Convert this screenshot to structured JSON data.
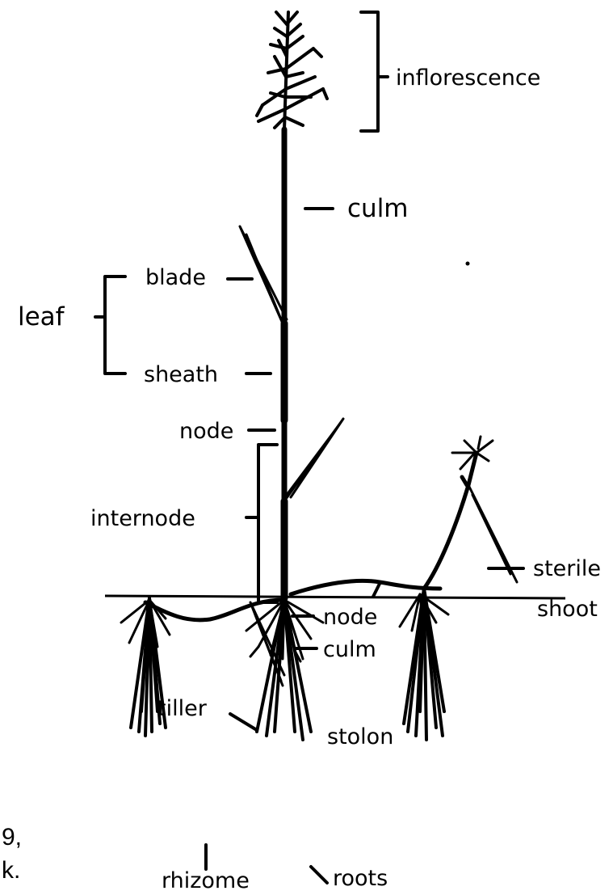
{
  "labels": {
    "inflorescence": "inflorescence",
    "culm_top": "culm",
    "blade": "blade",
    "leaf": "leaf",
    "sheath": "sheath",
    "node_top": "node",
    "internode": "internode",
    "node_bottom": "node",
    "culm_bottom": "culm",
    "sterile_1": "sterile",
    "sterile_2": "shoot",
    "tiller": "tiller",
    "stolon": "stolon",
    "rhizome": "rhizome",
    "roots": "roots"
  },
  "left_fragment": {
    "line1": "9,",
    "line2": "k."
  }
}
